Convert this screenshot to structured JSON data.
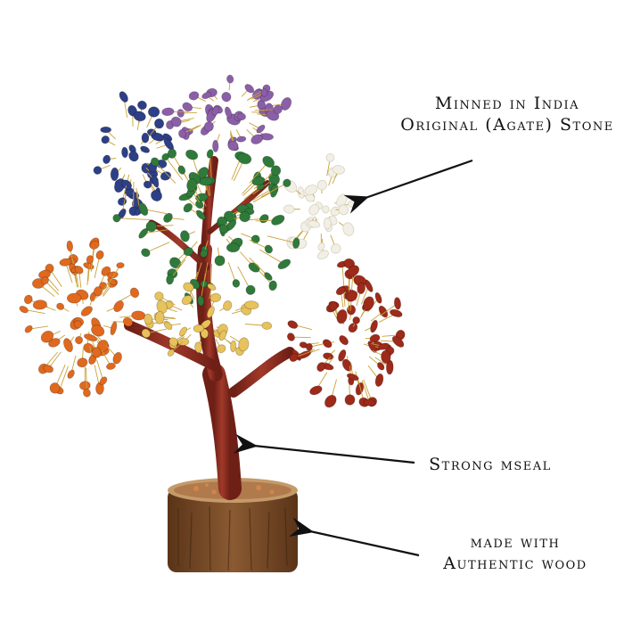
{
  "annotations": {
    "stone_line1": "Minned in India",
    "stone_line2": "Original (Agate) Stone",
    "mseal": "Strong mseal",
    "wood_line1": "made with",
    "wood_line2": "Authentic wood"
  },
  "colors": {
    "trunk": "#8a2b1f",
    "base_wood": "#7a4a2a",
    "amethyst": "#8b5fa8",
    "lapis": "#2d3f86",
    "green_aventurine": "#2f7a3a",
    "clear_quartz": "#f2efe6",
    "carnelian": "#e0691e",
    "red_jasper": "#9e2a1a",
    "citrine": "#e8c25a",
    "wire": "#c9a23a",
    "arrow": "#111111"
  }
}
